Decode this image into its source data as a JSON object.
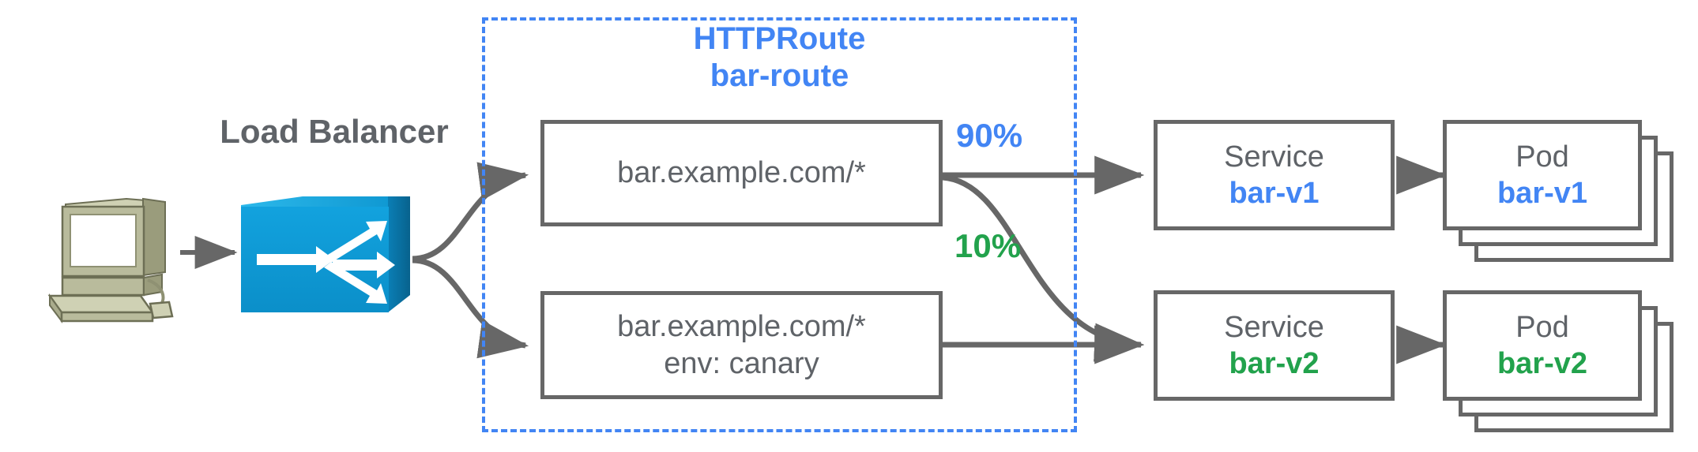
{
  "diagram": {
    "title": "Gateway API HTTPRoute canary traffic split",
    "colors": {
      "blue": "#4285f4",
      "green": "#22a24c",
      "gray": "#5f6368",
      "border_gray": "#676767",
      "lb_blue": "#0b9cdb",
      "computer_beige": "#b5b795"
    }
  },
  "client": {
    "icon": "computer-workstation-icon"
  },
  "load_balancer": {
    "label": "Load Balancer",
    "icon": "load-balancer-switch-icon"
  },
  "httproute_group": {
    "kind_label": "HTTPRoute",
    "name_label": "bar-route"
  },
  "rules": [
    {
      "id": "rule-primary",
      "lines": [
        "bar.example.com/*"
      ]
    },
    {
      "id": "rule-canary",
      "lines": [
        "bar.example.com/*",
        "env: canary"
      ]
    }
  ],
  "weights": [
    {
      "id": "weight-90",
      "label": "90%",
      "color": "#4285f4"
    },
    {
      "id": "weight-10",
      "label": "10%",
      "color": "#22a24c"
    }
  ],
  "services": [
    {
      "id": "service-bar-v1",
      "kind": "Service",
      "name": "bar-v1",
      "color": "#4285f4"
    },
    {
      "id": "service-bar-v2",
      "kind": "Service",
      "name": "bar-v2",
      "color": "#22a24c"
    }
  ],
  "pods": [
    {
      "id": "pod-bar-v1",
      "kind": "Pod",
      "name": "bar-v1",
      "color": "#4285f4",
      "replicas": 3
    },
    {
      "id": "pod-bar-v2",
      "kind": "Pod",
      "name": "bar-v2",
      "color": "#22a24c",
      "replicas": 3
    }
  ]
}
